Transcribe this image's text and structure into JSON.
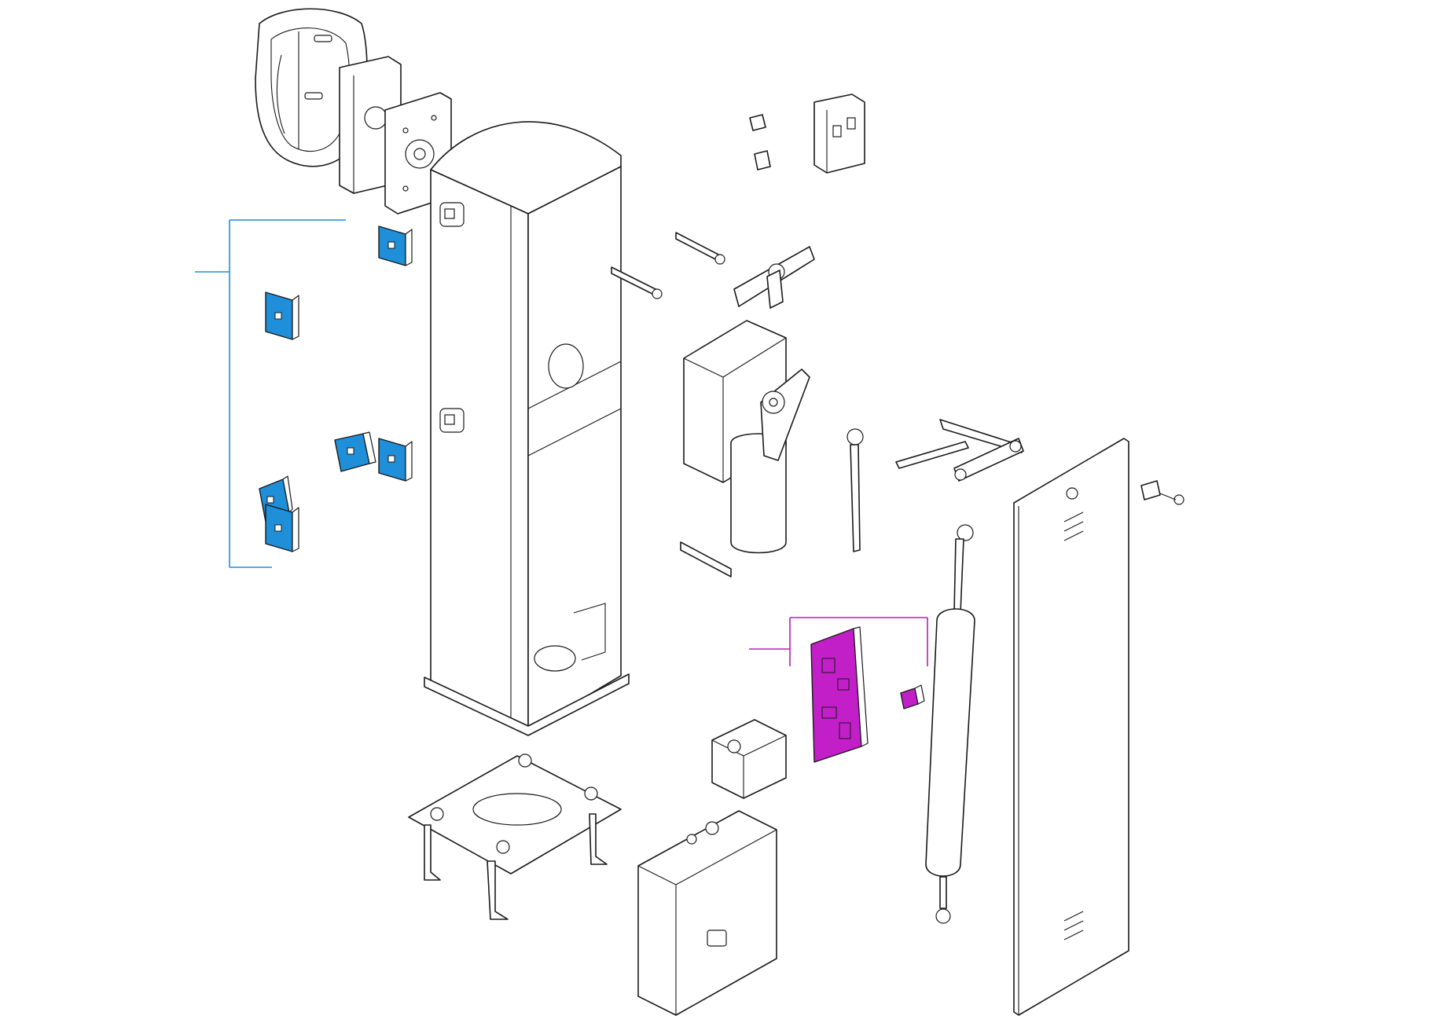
{
  "colors": {
    "background": "#ffffff",
    "line": "#1a1a1a",
    "highlight_blue": "#1e8fd8",
    "bracket_blue": "#1e8fd8",
    "highlight_magenta": "#c21fc9",
    "bracket_magenta": "#b520b8"
  },
  "highlight_groups": [
    {
      "color_key": "highlight_blue",
      "part_count": 7
    },
    {
      "color_key": "highlight_magenta",
      "part_count": 2
    }
  ],
  "parts": [
    "cabinet-column",
    "column-cap",
    "beam-support-cover",
    "mounting-bracket",
    "gearmotor",
    "control-board",
    "terminal-connector",
    "transformer",
    "control-box",
    "spring-cylinder",
    "side-door-panel",
    "anchor-plate",
    "lock-and-key",
    "limit-switch-bracket"
  ]
}
